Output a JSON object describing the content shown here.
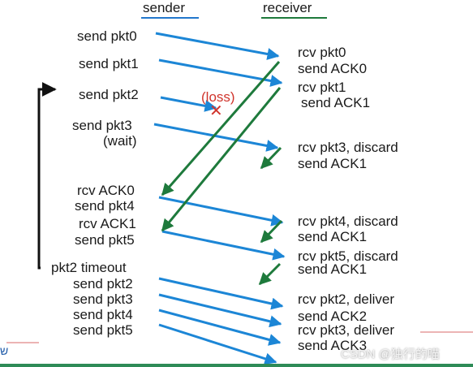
{
  "headers": {
    "sender": "sender",
    "receiver": "receiver"
  },
  "sender_events": [
    "send pkt0",
    "send pkt1",
    "send pkt2",
    "send pkt3",
    "(wait)",
    "rcv ACK0",
    "send pkt4",
    "rcv ACK1",
    "send pkt5",
    "pkt2 timeout",
    "send pkt2",
    "send pkt3",
    "send pkt4",
    "send pkt5"
  ],
  "receiver_events": [
    "rcv pkt0",
    "send ACK0",
    "rcv pkt1",
    "send ACK1",
    "rcv pkt3, discard",
    "send ACK1",
    "rcv pkt4, discard",
    "send ACK1",
    "rcv pkt5, discard",
    "send ACK1",
    "rcv pkt2, deliver",
    "send ACK2",
    "rcv pkt3, deliver",
    "send ACK3"
  ],
  "loss_label": "(loss)",
  "loss_icon": "x-mark-icon",
  "watermark": "CSDN @独行的喵",
  "colors": {
    "data": "#1c86d6",
    "ack": "#1e7a3c",
    "sender_line": "#2277cc",
    "receiver_line": "#1e7a3c",
    "loss": "#d0342c",
    "timer": "#111111"
  }
}
